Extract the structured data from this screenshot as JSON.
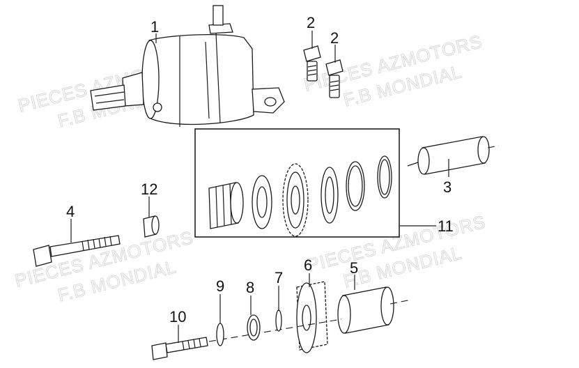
{
  "watermarks": [
    {
      "line1": "PIECES AZMOTORS",
      "line2": "F.B MONDIAL"
    },
    {
      "line1": "PIECES AZMOTORS",
      "line2": "F.B MONDIAL"
    },
    {
      "line1": "PIECES AZMOTORS",
      "line2": "F.B MONDIAL"
    },
    {
      "line1": "PIECES AZMOTORS",
      "line2": "F.B MONDIAL"
    }
  ],
  "callouts": {
    "c1": "1",
    "c2a": "2",
    "c2b": "2",
    "c3": "3",
    "c4": "4",
    "c5": "5",
    "c6": "6",
    "c7": "7",
    "c8": "8",
    "c9": "9",
    "c10": "10",
    "c11": "11",
    "c12": "12"
  }
}
